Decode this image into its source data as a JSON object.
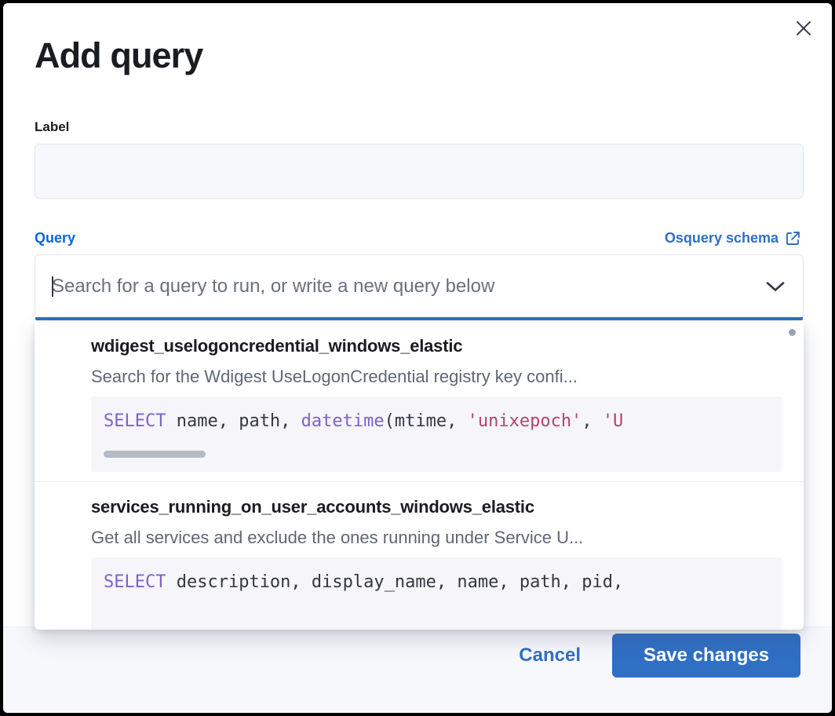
{
  "dialog": {
    "title": "Add query",
    "close_icon": "close-icon"
  },
  "label_field": {
    "label": "Label",
    "value": "",
    "placeholder": ""
  },
  "query_field": {
    "label": "Query",
    "schema_link_text": "Osquery schema",
    "schema_link_icon": "external-link-icon",
    "combo_placeholder": "Search for a query to run, or write a new query below",
    "combo_value": "",
    "chevron_icon": "chevron-down-icon"
  },
  "dropdown": {
    "items": [
      {
        "title": "wdigest_uselogoncredential_windows_elastic",
        "description": "Search for the Wdigest UseLogonCredential registry key confi...",
        "code_tokens": [
          {
            "text": "SELECT",
            "type": "keyword"
          },
          {
            "text": " name, path, ",
            "type": "plain"
          },
          {
            "text": "datetime",
            "type": "function"
          },
          {
            "text": "(mtime, ",
            "type": "plain"
          },
          {
            "text": "'unixepoch'",
            "type": "string"
          },
          {
            "text": ", ",
            "type": "plain"
          },
          {
            "text": "'U",
            "type": "string"
          }
        ],
        "has_scrollbar": true
      },
      {
        "title": "services_running_on_user_accounts_windows_elastic",
        "description": "Get all services and exclude the ones running under Service U...",
        "code_tokens": [
          {
            "text": "SELECT",
            "type": "keyword"
          },
          {
            "text": " description, display_name, name, path, pid,",
            "type": "plain"
          }
        ],
        "has_scrollbar": false
      }
    ]
  },
  "footer": {
    "cancel_label": "Cancel",
    "save_label": "Save changes"
  },
  "colors": {
    "accent_blue": "#2f6fc4",
    "link_blue": "#0b64dd",
    "keyword_purple": "#7d62c9",
    "string_rose": "#b4446b",
    "code_bg": "#f5f5fa",
    "field_bg": "#f7f8fc",
    "text_dark": "#1a1c21",
    "text_muted": "#5f6673"
  }
}
